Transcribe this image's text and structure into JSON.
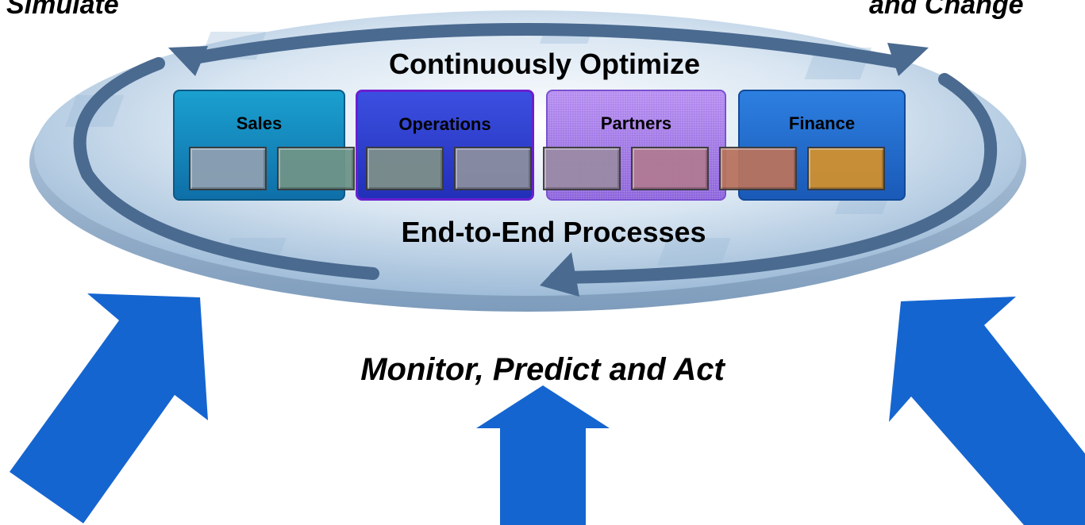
{
  "corner_text": {
    "left": "Simulate",
    "right": "and Change"
  },
  "diagram": {
    "top_label": "Continuously Optimize",
    "bottom_label": "End-to-End Processes",
    "caption": "Monitor, Predict and Act",
    "departments": [
      {
        "label": "Sales",
        "color": "#1589c0"
      },
      {
        "label": "Operations",
        "color": "#2f42d4"
      },
      {
        "label": "Partners",
        "color": "#a47be8"
      },
      {
        "label": "Finance",
        "color": "#2470d0"
      }
    ],
    "process_step_colors": [
      "#8ea0b2",
      "#6f9488",
      "#7d8f8a",
      "#8a8ea0",
      "#9b8aa6",
      "#b07a93",
      "#b8735e",
      "#d09030"
    ],
    "colors": {
      "disc": "#b8d0e6",
      "loop_arrow": "#4a6a90",
      "blue_arrow": "#1565d0"
    }
  }
}
